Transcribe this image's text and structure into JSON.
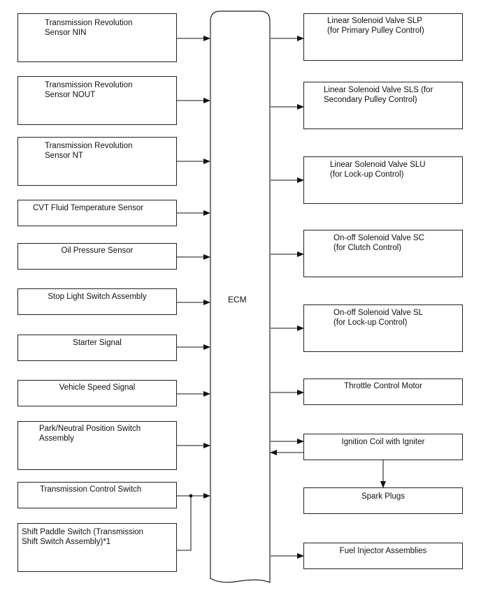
{
  "ecm": {
    "label": "ECM"
  },
  "inputs": [
    {
      "id": "nin",
      "text": "Transmission Revolution\nSensor NIN"
    },
    {
      "id": "nout",
      "text": "Transmission Revolution\nSensor NOUT"
    },
    {
      "id": "nt",
      "text": "Transmission Revolution\nSensor NT"
    },
    {
      "id": "cvt",
      "text": "CVT Fluid Temperature Sensor"
    },
    {
      "id": "oil",
      "text": "Oil Pressure Sensor"
    },
    {
      "id": "stop",
      "text": "Stop Light Switch Assembly"
    },
    {
      "id": "start",
      "text": "Starter Signal"
    },
    {
      "id": "speed",
      "text": "Vehicle Speed Signal"
    },
    {
      "id": "park",
      "text": "Park/Neutral Position Switch\nAssembly"
    },
    {
      "id": "tcs",
      "text": "Transmission Control Switch"
    },
    {
      "id": "paddle",
      "text": "Shift Paddle Switch (Transmission\nShift Switch Assembly)*1"
    }
  ],
  "outputs": [
    {
      "id": "slp",
      "text": "Linear Solenoid Valve SLP\n(for Primary Pulley Control)"
    },
    {
      "id": "sls",
      "text": "Linear Solenoid Valve SLS (for\nSecondary Pulley Control)"
    },
    {
      "id": "slu",
      "text": "Linear Solenoid Valve SLU\n(for Lock-up Control)"
    },
    {
      "id": "sc",
      "text": "On-off Solenoid Valve SC\n(for Clutch Control)"
    },
    {
      "id": "sl",
      "text": "On-off Solenoid Valve SL\n(for Lock-up Control)"
    },
    {
      "id": "thr",
      "text": "Throttle Control Motor"
    },
    {
      "id": "ign",
      "text": "Ignition Coil with Igniter"
    },
    {
      "id": "spark",
      "text": "Spark Plugs"
    },
    {
      "id": "fuel",
      "text": "Fuel Injector Assemblies"
    }
  ]
}
